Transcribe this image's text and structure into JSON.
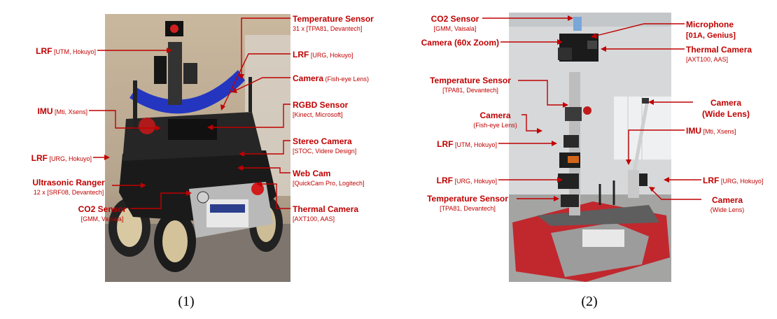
{
  "panels": [
    {
      "caption": "(1)",
      "labels": [
        {
          "name": "Temperature Sensor",
          "sub": "31 x [TPA81, Devantech]"
        },
        {
          "name": "LRF",
          "spec": " [UTM, Hokuyo]"
        },
        {
          "name": "LRF",
          "spec": " [URG, Hokuyo]"
        },
        {
          "name": "Camera",
          "spec": " (Fish-eye Lens)"
        },
        {
          "name": "IMU",
          "spec": " [Mti, Xsens]"
        },
        {
          "name": "RGBD Sensor",
          "sub": "[Kinect, Microsoft]"
        },
        {
          "name": "Stereo Camera",
          "sub": "[STOC, Videre Design]"
        },
        {
          "name": "LRF",
          "spec": " [URG, Hokuyo]"
        },
        {
          "name": "Web Cam",
          "sub": "[QuickCam Pro, Logitech]"
        },
        {
          "name": "Ultrasonic Ranger",
          "sub": "12 x [SRF08, Devantech]"
        },
        {
          "name": "Thermal Camera",
          "sub": "[AXT100, AAS]"
        },
        {
          "name": "CO2 Sensor",
          "sub": "[GMM, Vaisala]"
        }
      ]
    },
    {
      "caption": "(2)",
      "labels": [
        {
          "name": "CO2 Sensor",
          "sub": "[GMM, Vaisala]"
        },
        {
          "name": "Microphone",
          "sub": "[01A, Genius]"
        },
        {
          "name": "Camera (60x Zoom)"
        },
        {
          "name": "Thermal Camera",
          "sub": "[AXT100, AAS]"
        },
        {
          "name": "Temperature Sensor",
          "sub": "[TPA81, Devantech]"
        },
        {
          "name": "Camera",
          "sub": "(Wide Lens)"
        },
        {
          "name": "Camera",
          "sub": "(Fish-eye Lens)"
        },
        {
          "name": "IMU",
          "spec": " [Mti, Xsens]"
        },
        {
          "name": "LRF",
          "spec": " [UTM, Hokuyo]"
        },
        {
          "name": "LRF",
          "spec": " [URG, Hokuyo]"
        },
        {
          "name": "LRF",
          "spec": " [URG, Hokuyo]"
        },
        {
          "name": "Temperature Sensor",
          "sub": "[TPA81, Devantech]"
        },
        {
          "name": "Camera",
          "sub": "(Wide Lens)"
        }
      ]
    }
  ]
}
